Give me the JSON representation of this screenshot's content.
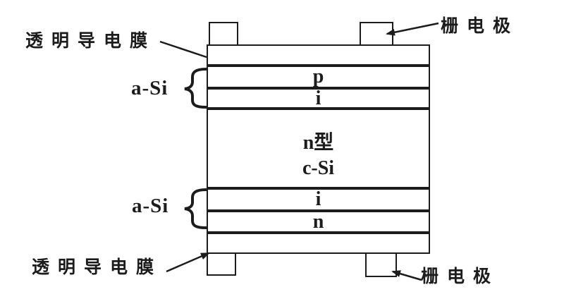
{
  "labels": {
    "transparent_film_top": "透明导电膜",
    "transparent_film_bottom": "透明导电膜",
    "grid_electrode_top": "栅电极",
    "grid_electrode_bottom": "栅电极",
    "a_si_top": "a-Si",
    "a_si_bottom": "a-Si"
  },
  "layers": {
    "p": "p",
    "i_top": "i",
    "c_si_line1": "n型",
    "c_si_line2": "c-Si",
    "i_bottom": "i",
    "n": "n"
  },
  "colors": {
    "line": "#1c1c1c",
    "background": "#ffffff"
  }
}
